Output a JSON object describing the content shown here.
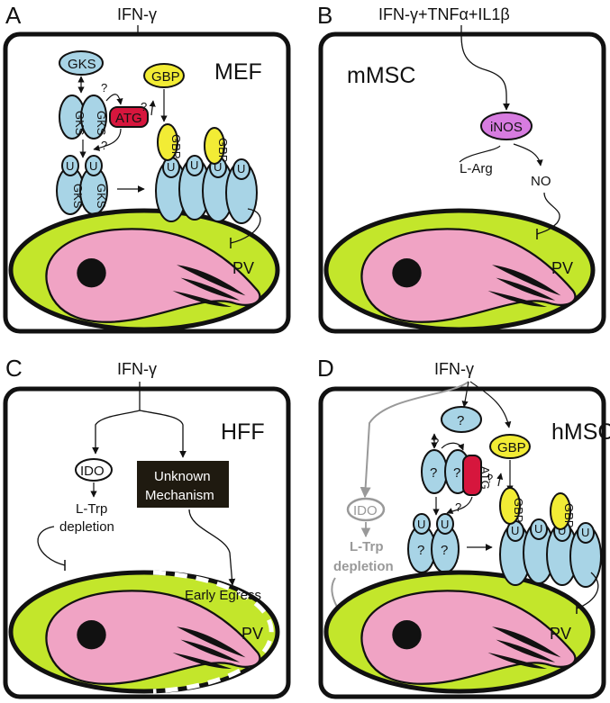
{
  "colors": {
    "pv_green": "#c3e62b",
    "parasite_pink": "#f0a3c4",
    "gks_blue": "#a8d4e6",
    "gbp_yellow": "#f2ec35",
    "atg_red": "#d6163d",
    "inos_purple": "#d77ce0",
    "unknown_bg": "#1f1a10",
    "gray": "#999999"
  },
  "panels": {
    "A": {
      "letter": "A",
      "cell": "MEF",
      "ifn": "IFN-γ",
      "gks": "GKS",
      "gbp": "GBP",
      "atg": "ATG",
      "u": "U",
      "q": "?",
      "pv": "PV"
    },
    "B": {
      "letter": "B",
      "cell": "mMSC",
      "stimulus": "IFN-γ+TNFα+IL1β",
      "inos": "iNOS",
      "larg": "L-Arg",
      "no": "NO",
      "pv": "PV"
    },
    "C": {
      "letter": "C",
      "cell": "HFF",
      "ifn": "IFN-γ",
      "ido": "IDO",
      "ltrp": "L-Trp",
      "depletion": "depletion",
      "unknown1": "Unknown",
      "unknown2": "Mechanism",
      "egress": "Early Egress",
      "pv": "PV"
    },
    "D": {
      "letter": "D",
      "cell": "hMSC",
      "ifn": "IFN-γ",
      "ido": "IDO",
      "ltrp": "L-Trp",
      "depletion": "depletion",
      "gbp": "GBP",
      "atg": "ATG",
      "u": "U",
      "q": "?",
      "pv": "PV"
    }
  }
}
